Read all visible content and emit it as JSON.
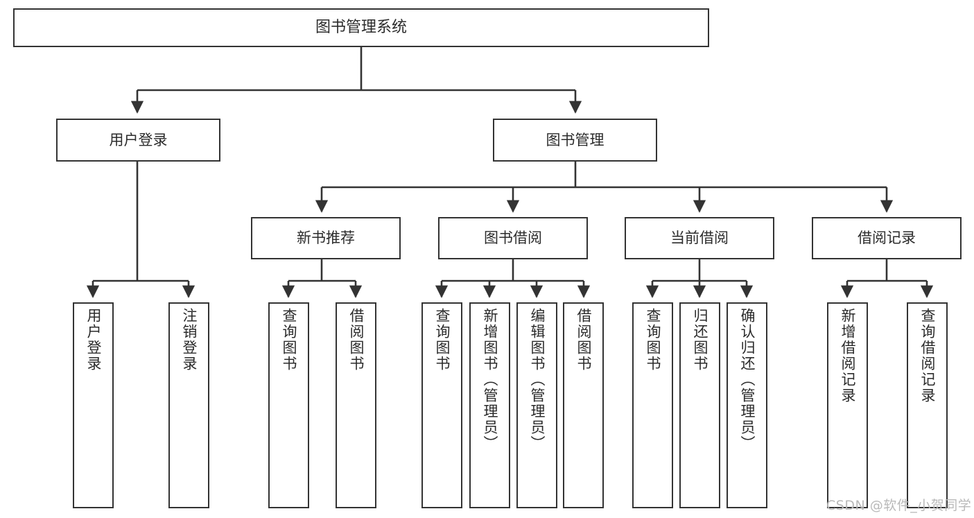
{
  "diagram": {
    "title": "图书管理系统",
    "type": "hierarchy-tree",
    "watermark": "CSDN @软件_小贺同学",
    "colors": {
      "node_border": "#333333",
      "node_fill": "#ffffff",
      "edge": "#333333",
      "text": "#2b2b2b",
      "watermark": "#b9b9b9",
      "background": "#ffffff"
    }
  },
  "nodes": {
    "root": {
      "label": "图书管理系统"
    },
    "level1": [
      {
        "id": "user-login",
        "label": "用户登录"
      },
      {
        "id": "book-management",
        "label": "图书管理"
      }
    ],
    "level2": [
      {
        "id": "new-book-recommend",
        "label": "新书推荐"
      },
      {
        "id": "book-borrow",
        "label": "图书借阅"
      },
      {
        "id": "current-borrow",
        "label": "当前借阅"
      },
      {
        "id": "borrow-record",
        "label": "借阅记录"
      }
    ],
    "leaves": {
      "user-login": [
        {
          "id": "leaf-user-login",
          "label": "用户登录"
        },
        {
          "id": "leaf-logout-login",
          "label": "注销登录"
        }
      ],
      "new-book-recommend": [
        {
          "id": "leaf-query-book-1",
          "label": "查询图书"
        },
        {
          "id": "leaf-borrow-book-1",
          "label": "借阅图书"
        }
      ],
      "book-borrow": [
        {
          "id": "leaf-query-book-2",
          "label": "查询图书"
        },
        {
          "id": "leaf-add-book",
          "label": "新增图书（管理员）"
        },
        {
          "id": "leaf-edit-book",
          "label": "编辑图书（管理员）"
        },
        {
          "id": "leaf-borrow-book-2",
          "label": "借阅图书"
        }
      ],
      "current-borrow": [
        {
          "id": "leaf-query-book-3",
          "label": "查询图书"
        },
        {
          "id": "leaf-return-book",
          "label": "归还图书"
        },
        {
          "id": "leaf-confirm-return",
          "label": "确认归还（管理员）"
        }
      ],
      "borrow-record": [
        {
          "id": "leaf-add-record",
          "label": "新增借阅记录"
        },
        {
          "id": "leaf-query-record",
          "label": "查询借阅记录"
        }
      ]
    }
  }
}
